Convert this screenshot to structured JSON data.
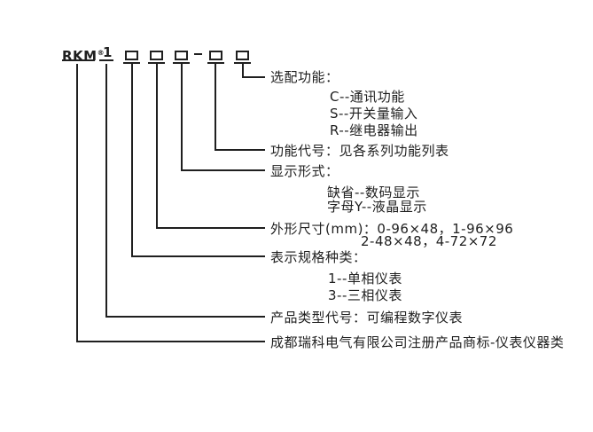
{
  "code": {
    "brand": "RKM",
    "registered_mark": "®",
    "type_digit": "1",
    "separator": "-"
  },
  "legend": {
    "optional_functions": {
      "label": "选配功能：",
      "items": [
        "C--通讯功能",
        "S--开关量输入",
        "R--继电器输出"
      ]
    },
    "function_code": {
      "label": "功能代号：见各系列功能列表"
    },
    "display_type": {
      "label": "显示形式：",
      "items": [
        "缺省--数码显示",
        "字母Y--液晶显示"
      ]
    },
    "dimensions": {
      "label": "外形尺寸(mm)：0-96×48，1-96×96",
      "items": [
        "2-48×48，4-72×72"
      ]
    },
    "spec_category": {
      "label": "表示规格种类：",
      "items": [
        "1--单相仪表",
        "3--三相仪表"
      ]
    },
    "product_type": {
      "label": "产品类型代号：可编程数字仪表"
    },
    "trademark": {
      "label": "成都瑞科电气有限公司注册产品商标-仪表仪器类"
    }
  },
  "colors": {
    "ink": "#1f1f1f",
    "background": "#ffffff"
  }
}
